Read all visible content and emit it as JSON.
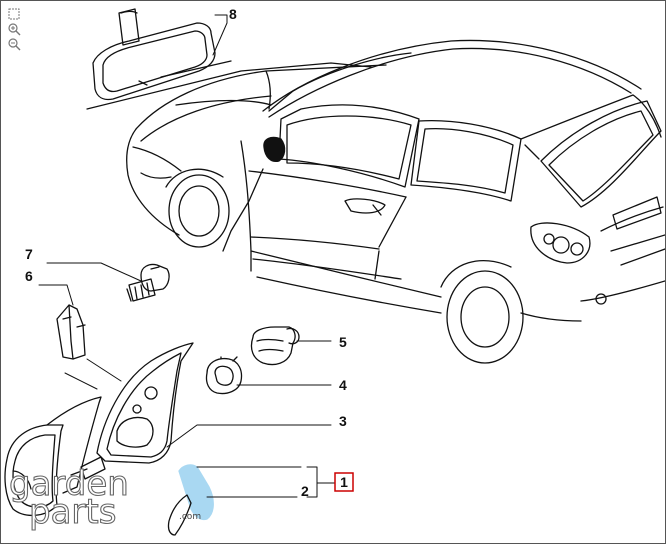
{
  "toolbar": {
    "icons": [
      "fit-page-icon",
      "zoom-in-icon",
      "zoom-out-icon"
    ]
  },
  "callouts": {
    "part1": "1",
    "part2": "2",
    "part3": "3",
    "part4": "4",
    "part5": "5",
    "part6": "6",
    "part7": "7",
    "part8": "8"
  },
  "watermark": {
    "line1": "garden",
    "line2": "parts",
    "suffix": ".com"
  },
  "colors": {
    "highlight_box": "#cc0000",
    "highlight_part": "#a9d8f2",
    "watermark": "#666666",
    "line": "#111111"
  }
}
